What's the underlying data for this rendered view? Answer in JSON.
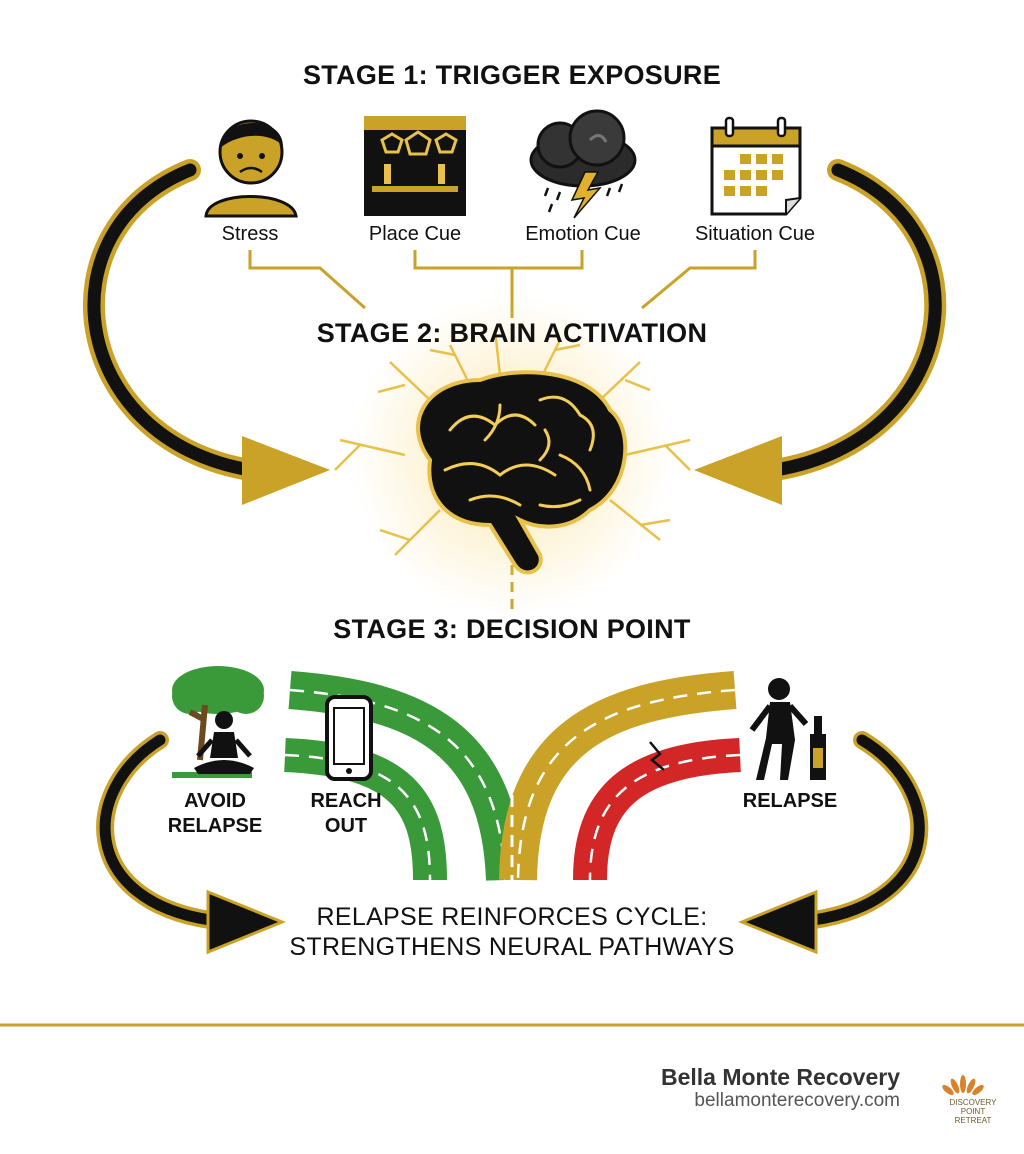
{
  "stages": {
    "stage1": "STAGE 1: TRIGGER EXPOSURE",
    "stage2": "STAGE 2: BRAIN ACTIVATION",
    "stage3": "STAGE 3: DECISION POINT"
  },
  "triggers": [
    {
      "label": "Stress",
      "icon": "stressed-person-icon"
    },
    {
      "label": "Place Cue",
      "icon": "bar-shelf-icon"
    },
    {
      "label": "Emotion Cue",
      "icon": "storm-cloud-icon"
    },
    {
      "label": "Situation Cue",
      "icon": "calendar-icon"
    }
  ],
  "choices": {
    "avoid": [
      "AVOID",
      "RELAPSE"
    ],
    "reach": [
      "REACH",
      "OUT"
    ],
    "relapse": "RELAPSE"
  },
  "cycle": {
    "line1": "RELAPSE REINFORCES CYCLE:",
    "line2": "STRENGTHENS NEURAL PATHWAYS"
  },
  "footer": {
    "brand": "Bella Monte Recovery",
    "url": "bellamonterecovery.com",
    "logo_text": "DISCOVERY POINT RETREAT"
  },
  "colors": {
    "gold": "#c9a227",
    "green": "#3a9a3a",
    "red": "#d32626",
    "dark": "#111111"
  }
}
